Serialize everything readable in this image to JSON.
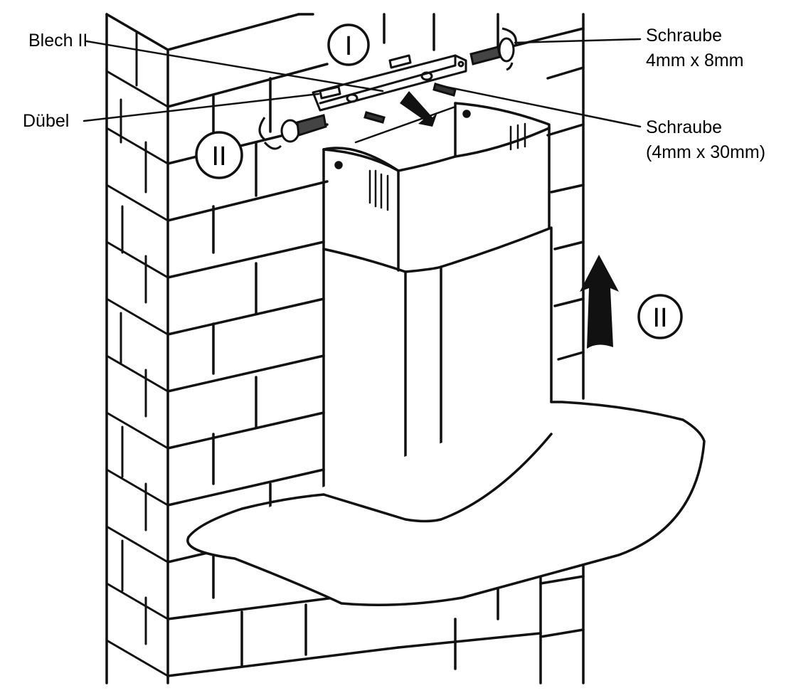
{
  "labels": {
    "blech": "Blech II",
    "duebel": "Dübel",
    "schraube_small_l1": "Schraube",
    "schraube_small_l2": "4mm x 8mm",
    "schraube_large_l1": "Schraube",
    "schraube_large_l2": "(4mm x 30mm)"
  },
  "steps": {
    "step_top": "I",
    "step_left": "II",
    "step_right": "II"
  },
  "colors": {
    "ink": "#111111",
    "paper": "#ffffff"
  }
}
